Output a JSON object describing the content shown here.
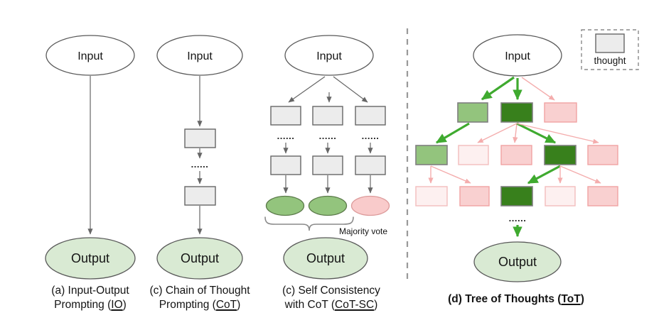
{
  "colors": {
    "background": "#ffffff",
    "text_color": "#141414",
    "node_border": "#595959",
    "box_fill": "#ececec",
    "box_border": "#666666",
    "output_fill": "#d9ead3",
    "green_mid": "#93c47d",
    "green_dark": "#38801c",
    "green_box_border": "#7f7f7f",
    "pink_fill": "#f9d0d0",
    "pink_border": "#f1a3a3",
    "pink_lightest": "#fdf0f0",
    "pink_lightest_border": "#f3bdbd",
    "green_ellipse_fill": "#93c47d",
    "green_ellipse_border": "#5b7a4a",
    "pink_ellipse_fill": "#f9cbcb",
    "pink_ellipse_border": "#dc9a9a",
    "arrow_gray": "#666666",
    "arrow_green": "#3faa2f",
    "arrow_pink": "#f4adad",
    "divider_gray": "#999999"
  },
  "labels": {
    "input": "Input",
    "output": "Output",
    "dots": "......",
    "majority_vote": "Majority vote"
  },
  "legend": {
    "label": "thought"
  },
  "captions": {
    "a": {
      "line1": "(a) Input-Output",
      "line2_prefix": "Prompting (",
      "underlined": "IO",
      "line2_suffix": ")"
    },
    "b": {
      "line1": "(c) Chain of Thought",
      "line2_prefix": "Prompting (",
      "underlined": "CoT",
      "line2_suffix": ")"
    },
    "c": {
      "line1": "(c) Self Consistency",
      "line2_prefix": "with CoT (",
      "underlined": "CoT-SC",
      "line2_suffix": ")"
    },
    "d": {
      "prefix": "(d) Tree of Thoughts (",
      "underlined": "ToT",
      "suffix": ")"
    }
  }
}
